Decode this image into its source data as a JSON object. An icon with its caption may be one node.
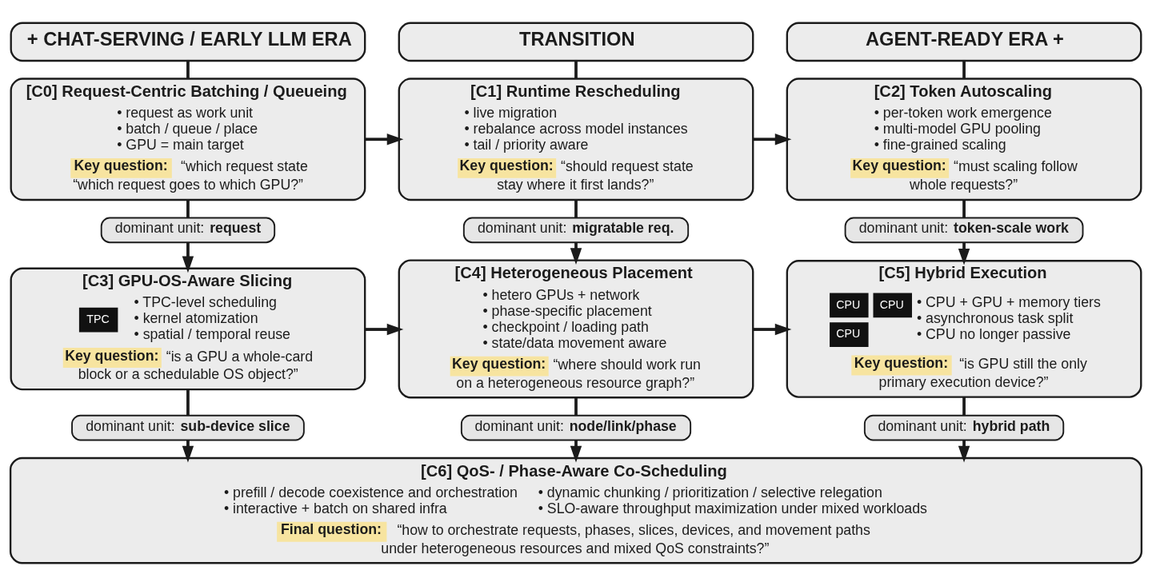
{
  "diagram": {
    "nodes": [
      {
        "text": [
          "+ CHAT-SERVING / EARLY LLM ERA"
        ]
      },
      {
        "text": [
          "TRANSITION"
        ]
      },
      {
        "text": [
          "AGENT-READY ERA +"
        ]
      },
      {
        "text": [
          "[C0] Request-Centric Batching / Queueing",
          "• request as work unit",
          "• batch / queue / place",
          "• GPU = main target",
          "**Key question:** “which request state “which request goes to which GPU?”"
        ]
      },
      {
        "text": [
          "[C1] Runtime Rescheduling",
          "• live migration",
          "• rebalance across model instances",
          "• tail / priority aware",
          "**Key question:** “should request state stay where it first lands?”"
        ]
      },
      {
        "text": [
          "[C2] Token Autoscaling",
          "• per-token work emergence",
          "• multi-model GPU pooling",
          "• fine-grained scaling",
          "**Key question:** “must scaling follow whole requests?”"
        ]
      },
      {
        "text": [
          "dominant unit: **request**"
        ]
      },
      {
        "text": [
          "dominant unit: **migratable req.**"
        ]
      },
      {
        "text": [
          "dominant unit: **token-scale work**"
        ]
      },
      {
        "text": [
          "[C3] GPU-OS-Aware Slicing",
          "TPC",
          "• TPC-level scheduling",
          "• kernel atomization",
          "• spatial / temporal reuse",
          "**Key question:** “is a GPU a whole-card block or a schedulable OS object?”"
        ]
      },
      {
        "text": [
          "[C4] Heterogeneous Placement",
          "• hetero GPUs + network",
          "• phase-specific placement",
          "• checkpoint / loading path",
          "• state/data movement aware",
          "**Key question:** “where should work run on a heterogeneous resource graph?”"
        ]
      },
      {
        "text": [
          "[C5] Hybrid Execution",
          "CPU",
          "CPU",
          "CPU",
          "• CPU + GPU + memory tiers",
          "• asynchronous task split",
          "• CPU no longer passive",
          "**Key question:** “is GPU still the only primary execution device?”"
        ]
      },
      {
        "text": [
          "dominant unit: **sub-device slice**"
        ]
      },
      {
        "text": [
          "dominant unit: **node/link/phase**"
        ]
      },
      {
        "text": [
          "dominant unit: **hybrid path**"
        ]
      },
      {
        "text": [
          "[C6] QoS- / Phase-Aware Co-Scheduling",
          "• prefill / decode coexistence and orchestration",
          "• interactive + batch on shared infra",
          "• dynamic chunking / prioritization / selective relegation",
          "• SLO-aware throughput maximization under mixed workloads",
          "**Final question:** “how to orchestrate requests, phases, slices, devices, and movement paths under heterogeneous resources and mixed QoS constraints?”"
        ]
      }
    ],
    "edges": [
      {
        "from": 0,
        "to": 3,
        "arrow": "none"
      },
      {
        "from": 1,
        "to": 4,
        "arrow": "none"
      },
      {
        "from": 2,
        "to": 5,
        "arrow": "none"
      },
      {
        "from": 3,
        "to": 4,
        "arrow": "to"
      },
      {
        "from": 4,
        "to": 5,
        "arrow": "to"
      },
      {
        "from": 3,
        "to": 6,
        "arrow": "none"
      },
      {
        "from": 6,
        "to": 9,
        "arrow": "to"
      },
      {
        "from": 4,
        "to": 7,
        "arrow": "none"
      },
      {
        "from": 7,
        "to": 10,
        "arrow": "to"
      },
      {
        "from": 5,
        "to": 8,
        "arrow": "none"
      },
      {
        "from": 8,
        "to": 11,
        "arrow": "to"
      },
      {
        "from": 9,
        "to": 10,
        "arrow": "to"
      },
      {
        "from": 10,
        "to": 11,
        "arrow": "to"
      },
      {
        "from": 9,
        "to": 12,
        "arrow": "none"
      },
      {
        "from": 12,
        "to": 15,
        "arrow": "to"
      },
      {
        "from": 10,
        "to": 13,
        "arrow": "none"
      },
      {
        "from": 13,
        "to": 15,
        "arrow": "to"
      },
      {
        "from": 11,
        "to": 14,
        "arrow": "none"
      },
      {
        "from": 14,
        "to": 15,
        "arrow": "to"
      }
    ]
  }
}
